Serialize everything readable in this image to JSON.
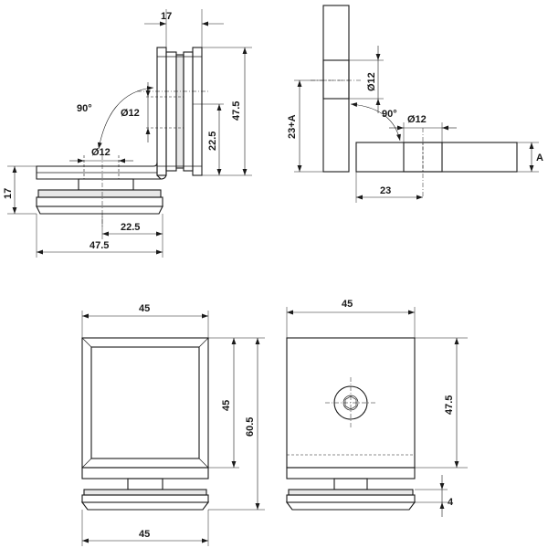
{
  "top_left_view": {
    "dim_width_17": "17",
    "dim_height_47_5": "47.5",
    "dim_dia_vertical": "Ø12",
    "dim_inner_22_5": "22.5",
    "dim_angle": "90°",
    "dim_dia_horizontal": "Ø12",
    "dim_side_17": "17",
    "dim_base_22_5": "22.5",
    "dim_base_47_5": "47.5"
  },
  "top_right_view": {
    "dim_dia_post": "Ø12",
    "dim_height": "23+A",
    "dim_angle": "90°",
    "dim_dia_arm": "Ø12",
    "dim_offset": "23",
    "dim_thickness": "A"
  },
  "bottom_left_view": {
    "dim_width_top": "45",
    "dim_height_inner": "45",
    "dim_height_total": "60.5",
    "dim_width_bottom": "45"
  },
  "bottom_right_view": {
    "dim_width": "45",
    "dim_height": "47.5",
    "dim_gap": "4"
  }
}
